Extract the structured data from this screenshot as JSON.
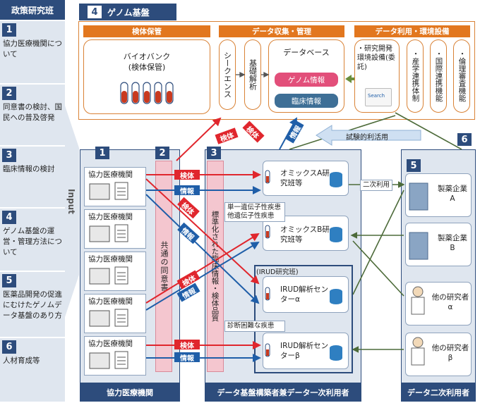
{
  "left_panel": {
    "title": "政策研究班",
    "items": [
      {
        "num": "1",
        "text": "協力医療機関について"
      },
      {
        "num": "2",
        "text": "同意書の検討、国民への普及啓発"
      },
      {
        "num": "3",
        "text": "臨床情報の検討"
      },
      {
        "num": "4",
        "text": "ゲノム基盤の運営・管理方法について"
      },
      {
        "num": "5",
        "text": "医薬品開発の促進にむけたゲノムデータ基盤のあり方"
      },
      {
        "num": "6",
        "text": "人材育成等"
      }
    ],
    "input_label": "Input"
  },
  "genome_platform": {
    "num": "4",
    "title": "ゲノム基盤",
    "specimen_storage": {
      "header": "検体保管",
      "biobank": "バイオバンク",
      "biobank_sub": "(検体保管)"
    },
    "data_collection": {
      "header": "データ収集・管理",
      "sequence": "シークエンス",
      "analysis": "基礎解析",
      "database": "データベース",
      "genome_info": "ゲノム情報",
      "clinical_info": "臨床情報"
    },
    "data_use": {
      "header": "データ利用・環境設備",
      "env": "・研究開発環境設備(委託)",
      "industry": "・産学連携体制",
      "intl": "・国際連携機能",
      "ethics": "・倫理審査機能",
      "search": "Search"
    }
  },
  "flow_labels": {
    "specimen": "検体",
    "info": "情報",
    "trial": "試験的利活用",
    "secondary": "二次利用"
  },
  "section1": {
    "num": "1",
    "institution": "協力医療機関",
    "footer": "協力医療機関"
  },
  "section2": {
    "num": "2",
    "text": "共通の同意書"
  },
  "section3": {
    "num": "3",
    "text": "標準化された臨床情報・検体品質"
  },
  "middle": {
    "omics_a": "オミックスA研究班等",
    "omics_b": "オミックスB研究班等",
    "note_mono": "単一遺伝子性疾患他遺伝子性疾患",
    "irud_label": "(IRUD研究班)",
    "irud_a": "IRUD解析センターα",
    "irud_b": "IRUD解析センターβ",
    "note_diff": "診断困難な疾患",
    "footer": "データ基盤構築者兼データ一次利用者"
  },
  "right": {
    "num5": "5",
    "num6": "6",
    "pharma_a": "製薬企業A",
    "pharma_b": "製薬企業B",
    "researcher_a": "他の研究者α",
    "researcher_b": "他の研究者β",
    "footer": "データ二次利用者"
  }
}
